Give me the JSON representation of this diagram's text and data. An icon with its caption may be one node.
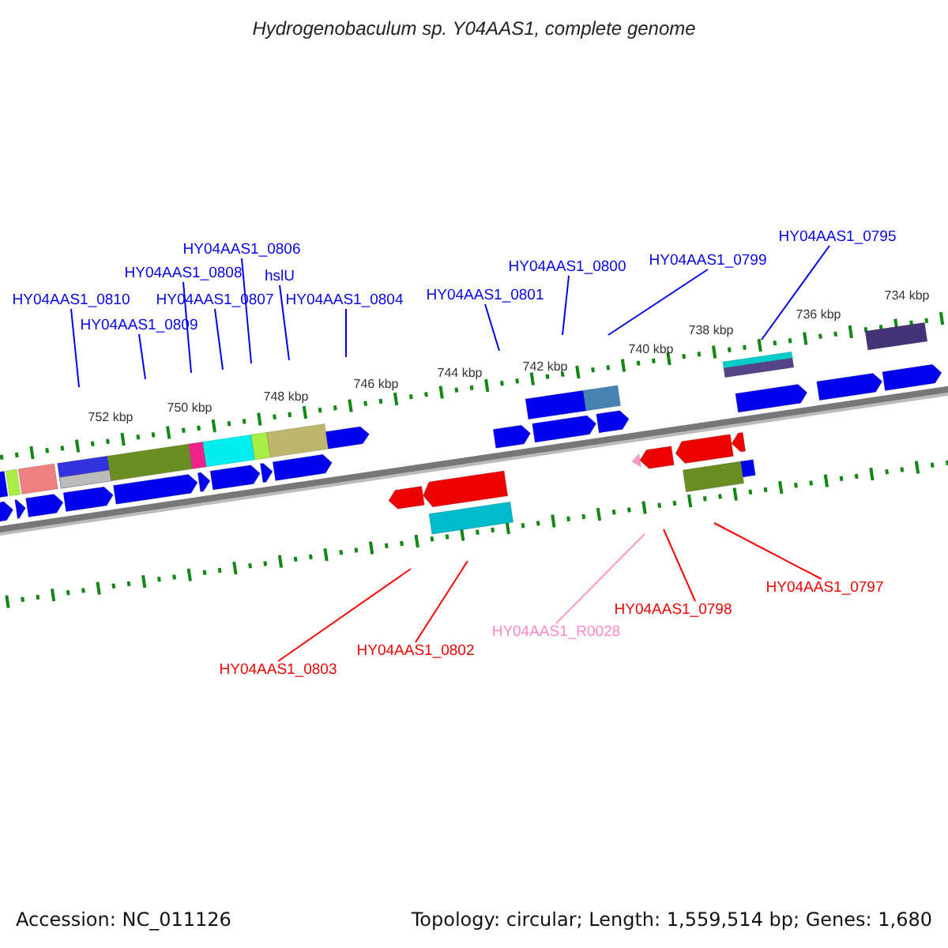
{
  "diagram": {
    "title": "Hydrogenobaculum sp. Y04AAS1, complete genome",
    "nodes": [
      {
        "text": [
          "HY04AAS1_0795"
        ]
      },
      {
        "text": [
          "HY04AAS1_0806"
        ]
      },
      {
        "text": [
          "HY04AAS1_0799"
        ]
      },
      {
        "text": [
          "HY04AAS1_0800"
        ]
      },
      {
        "text": [
          "HY04AAS1_0808"
        ]
      },
      {
        "text": [
          "hslU"
        ]
      },
      {
        "text": [
          "HY04AAS1_0801"
        ]
      },
      {
        "text": [
          "HY04AAS1_0810"
        ]
      },
      {
        "text": [
          "HY04AAS1_0807"
        ]
      },
      {
        "text": [
          "HY04AAS1_0804"
        ]
      },
      {
        "text": [
          "HY04AAS1_0809"
        ]
      },
      {
        "text": [
          "HY04AAS1_0797"
        ]
      },
      {
        "text": [
          "HY04AAS1_0798"
        ]
      },
      {
        "text": [
          "HY04AAS1_R0028"
        ]
      },
      {
        "text": [
          "HY04AAS1_0802"
        ]
      },
      {
        "text": [
          "HY04AAS1_0803"
        ]
      }
    ],
    "edges": [
      {
        "from": 0,
        "to": null,
        "arrow": "none"
      },
      {
        "from": 1,
        "to": null,
        "arrow": "none"
      },
      {
        "from": 2,
        "to": null,
        "arrow": "none"
      },
      {
        "from": 3,
        "to": null,
        "arrow": "none"
      },
      {
        "from": 4,
        "to": null,
        "arrow": "none"
      },
      {
        "from": 5,
        "to": null,
        "arrow": "none"
      },
      {
        "from": 6,
        "to": null,
        "arrow": "none"
      },
      {
        "from": 7,
        "to": null,
        "arrow": "none"
      },
      {
        "from": 8,
        "to": null,
        "arrow": "none"
      },
      {
        "from": 9,
        "to": null,
        "arrow": "none"
      },
      {
        "from": 10,
        "to": null,
        "arrow": "none"
      },
      {
        "from": 11,
        "to": null,
        "arrow": "none",
        "color": "#ff0000"
      },
      {
        "from": 12,
        "to": null,
        "arrow": "none",
        "color": "#ff0000"
      },
      {
        "from": 13,
        "to": null,
        "arrow": "none",
        "color": "#ff99cc"
      },
      {
        "from": 14,
        "to": null,
        "arrow": "none",
        "color": "#ff0000"
      },
      {
        "from": 15,
        "to": null,
        "arrow": "none",
        "color": "#ff0000"
      }
    ],
    "labels": [
      "734 kbp",
      "736 kbp",
      "738 kbp",
      "740 kbp",
      "742 kbp",
      "744 kbp",
      "746 kbp",
      "748 kbp",
      "750 kbp",
      "752 kbp",
      "Accession: NC_011126",
      "Topology: circular; Length: 1,559,514 bp; Genes: 1,680"
    ]
  }
}
